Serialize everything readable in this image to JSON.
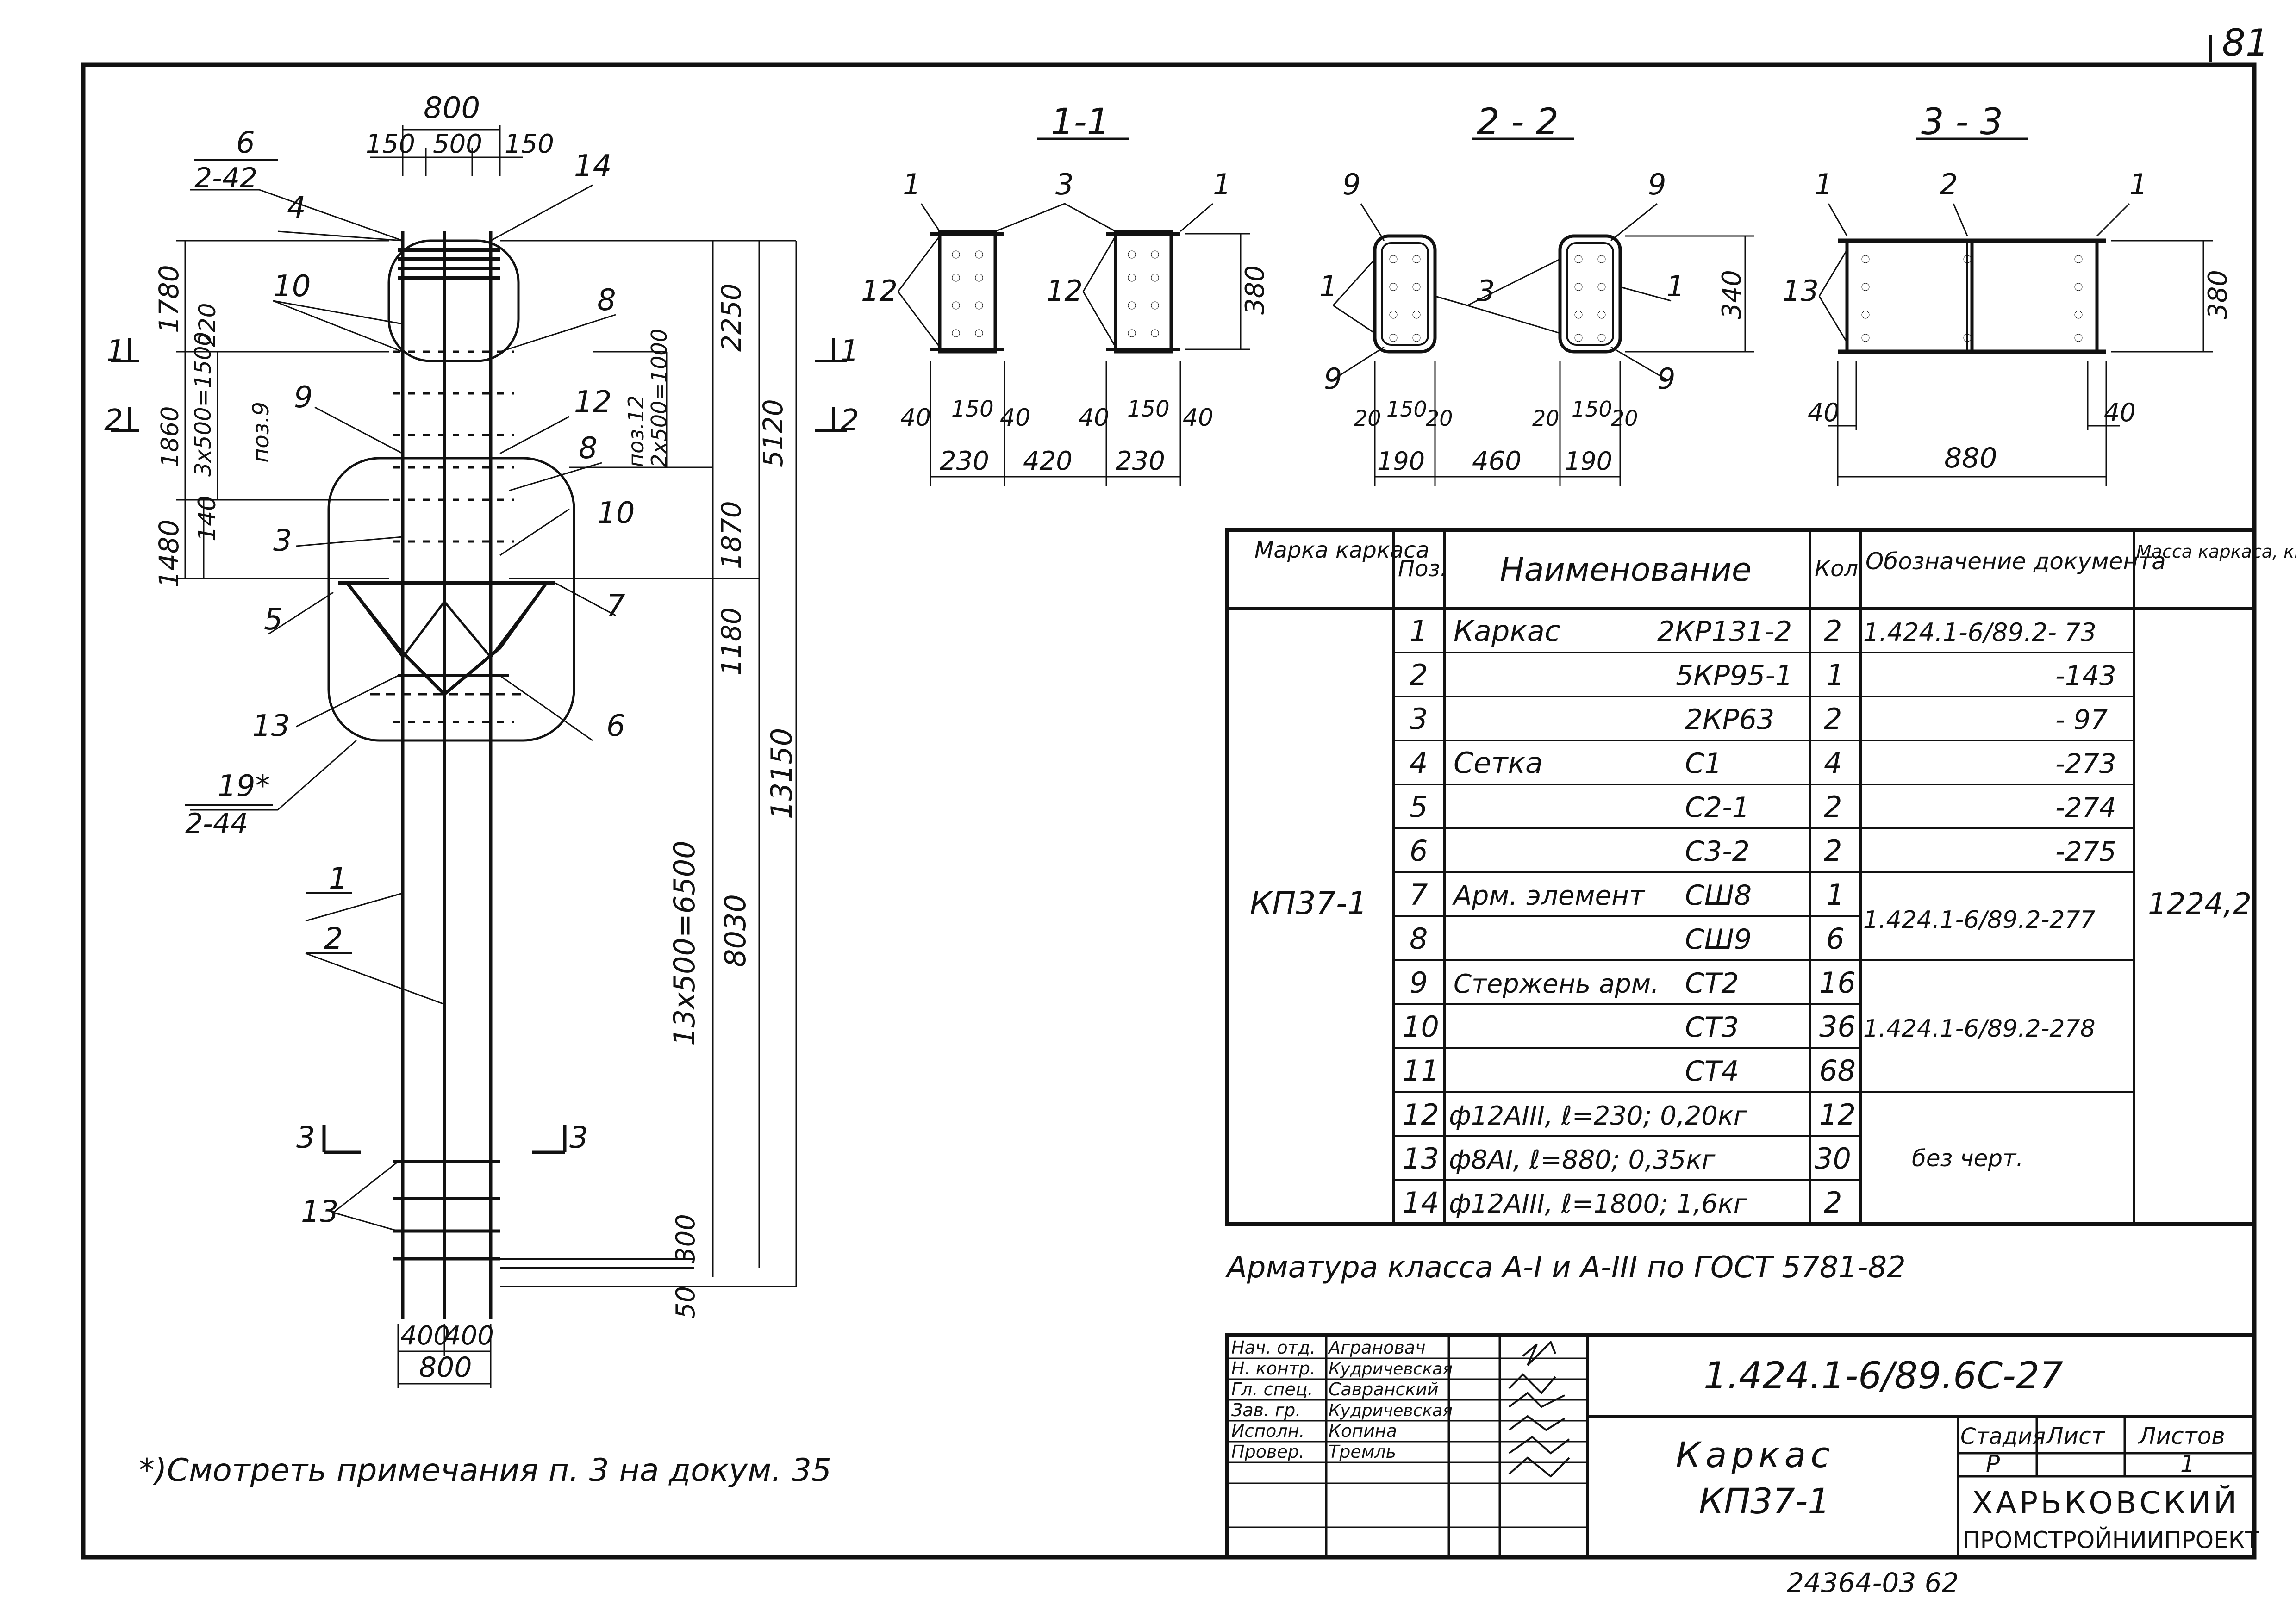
{
  "sheet_number": "81",
  "archive_number": "24364-03  62",
  "footnote": "*)Смотреть примечания п. 3  на докум. 35",
  "rebar_note": "Арматура   класса  А-I  и  А-III  по ГОСТ 5781-82",
  "sections": {
    "s1": {
      "title": "1-1",
      "dims": [
        "40",
        "150",
        "40",
        "40",
        "150",
        "40",
        "230",
        "420",
        "230",
        "380"
      ],
      "callouts": [
        "1",
        "3",
        "1",
        "12",
        "12"
      ]
    },
    "s2": {
      "title": "2 - 2",
      "dims": [
        "20",
        "150",
        "20",
        "20",
        "150",
        "20",
        "190",
        "460",
        "190",
        "340"
      ],
      "callouts": [
        "9",
        "9",
        "1",
        "3",
        "1",
        "9",
        "9"
      ]
    },
    "s3": {
      "title": "3 - 3",
      "dims": [
        "40",
        "40",
        "880",
        "380"
      ],
      "callouts": [
        "1",
        "2",
        "1",
        "13"
      ]
    }
  },
  "elevation": {
    "top_dims": [
      "800",
      "150",
      "500",
      "150"
    ],
    "left_dims": [
      "1780",
      "220",
      "1860",
      "3x500=1500",
      "поз.9",
      "1480",
      "140"
    ],
    "right_dims_inner": [
      "2250",
      "поз.12",
      "2x500=1000",
      "1870",
      "1180",
      "13x500=6500",
      "300",
      "50"
    ],
    "right_dims_outer": [
      "5120",
      "8030",
      "13150"
    ],
    "bottom_dims": [
      "400",
      "400",
      "800"
    ],
    "callouts": {
      "c6": "6",
      "c6_ref": "2-42",
      "c14": "14",
      "c4": "4",
      "c10a": "10",
      "c8a": "8",
      "c9": "9",
      "c12": "12",
      "c8b": "8",
      "c10b": "10",
      "c3": "3",
      "c5": "5",
      "c7": "7",
      "c13a": "13",
      "c6b": "6",
      "c19": "19*",
      "c19_ref": "2-44",
      "c1": "1",
      "c2": "2",
      "c13b": "13"
    },
    "section_marks": {
      "m1l": "1",
      "m1r": "1",
      "m2l": "2",
      "m2r": "2",
      "m3l": "3",
      "m3r": "3"
    }
  },
  "table": {
    "headers": [
      "Марка каркаса",
      "Поз.",
      "Наименование",
      "Кол.",
      "Обозначение документа",
      "Масса каркаса, кг"
    ],
    "mark": "КП37-1",
    "mass": "1224,2",
    "rows": [
      {
        "pos": "1",
        "name": "Каркас",
        "code": "2КР131-2",
        "qty": "2",
        "doc": "1.424.1-6/89.2- 73"
      },
      {
        "pos": "2",
        "name": "",
        "code": "5КР95-1",
        "qty": "1",
        "doc": "-143"
      },
      {
        "pos": "3",
        "name": "",
        "code": "2КР63",
        "qty": "2",
        "doc": "- 97"
      },
      {
        "pos": "4",
        "name": "Сетка",
        "code": "С1",
        "qty": "4",
        "doc": "-273"
      },
      {
        "pos": "5",
        "name": "",
        "code": "С2-1",
        "qty": "2",
        "doc": "-274"
      },
      {
        "pos": "6",
        "name": "",
        "code": "С3-2",
        "qty": "2",
        "doc": "-275"
      },
      {
        "pos": "7",
        "name": "Арм. элемент",
        "code": "СШ8",
        "qty": "1",
        "doc": ""
      },
      {
        "pos": "8",
        "name": "",
        "code": "СШ9",
        "qty": "6",
        "doc": ""
      },
      {
        "pos": "9",
        "name": "Стержень арм.",
        "code": "СТ2",
        "qty": "16",
        "doc": ""
      },
      {
        "pos": "10",
        "name": "",
        "code": "СТ3",
        "qty": "36",
        "doc": ""
      },
      {
        "pos": "11",
        "name": "",
        "code": "СТ4",
        "qty": "68",
        "doc": ""
      },
      {
        "pos": "12",
        "name": "ф12АIII, ℓ=230; 0,20кг",
        "code": "",
        "qty": "12",
        "doc": ""
      },
      {
        "pos": "13",
        "name": "ф8АI, ℓ=880; 0,35кг",
        "code": "",
        "qty": "30",
        "doc": ""
      },
      {
        "pos": "14",
        "name": "ф12АIII, ℓ=1800; 1,6кг",
        "code": "",
        "qty": "2",
        "doc": ""
      }
    ],
    "doc_group_7_8": "1.424.1-6/89.2-277",
    "doc_group_9_11": "1.424.1-6/89.2-278",
    "doc_group_12_14": "без черт."
  },
  "title_block": {
    "signatures": [
      {
        "role": "Нач. отд.",
        "name": "Аграновач"
      },
      {
        "role": "Н. контр.",
        "name": "Кудричевская"
      },
      {
        "role": "Гл. спец.",
        "name": "Савранский"
      },
      {
        "role": "Зав. гр.",
        "name": "Кудричевская"
      },
      {
        "role": "Исполн.",
        "name": "Копина"
      },
      {
        "role": "Провер.",
        "name": "Тремль"
      }
    ],
    "doc_code": "1.424.1-6/89.6С-27",
    "name_line1": "Каркас",
    "name_line2": "КП37-1",
    "stage_label": "Стадия",
    "sheet_label": "Лист",
    "sheets_label": "Листов",
    "stage": "Р",
    "sheet": "",
    "sheets": "1",
    "org_line1": "ХАРЬКОВСКИЙ",
    "org_line2": "ПРОМСТРОЙНИИПРОЕКТ"
  }
}
